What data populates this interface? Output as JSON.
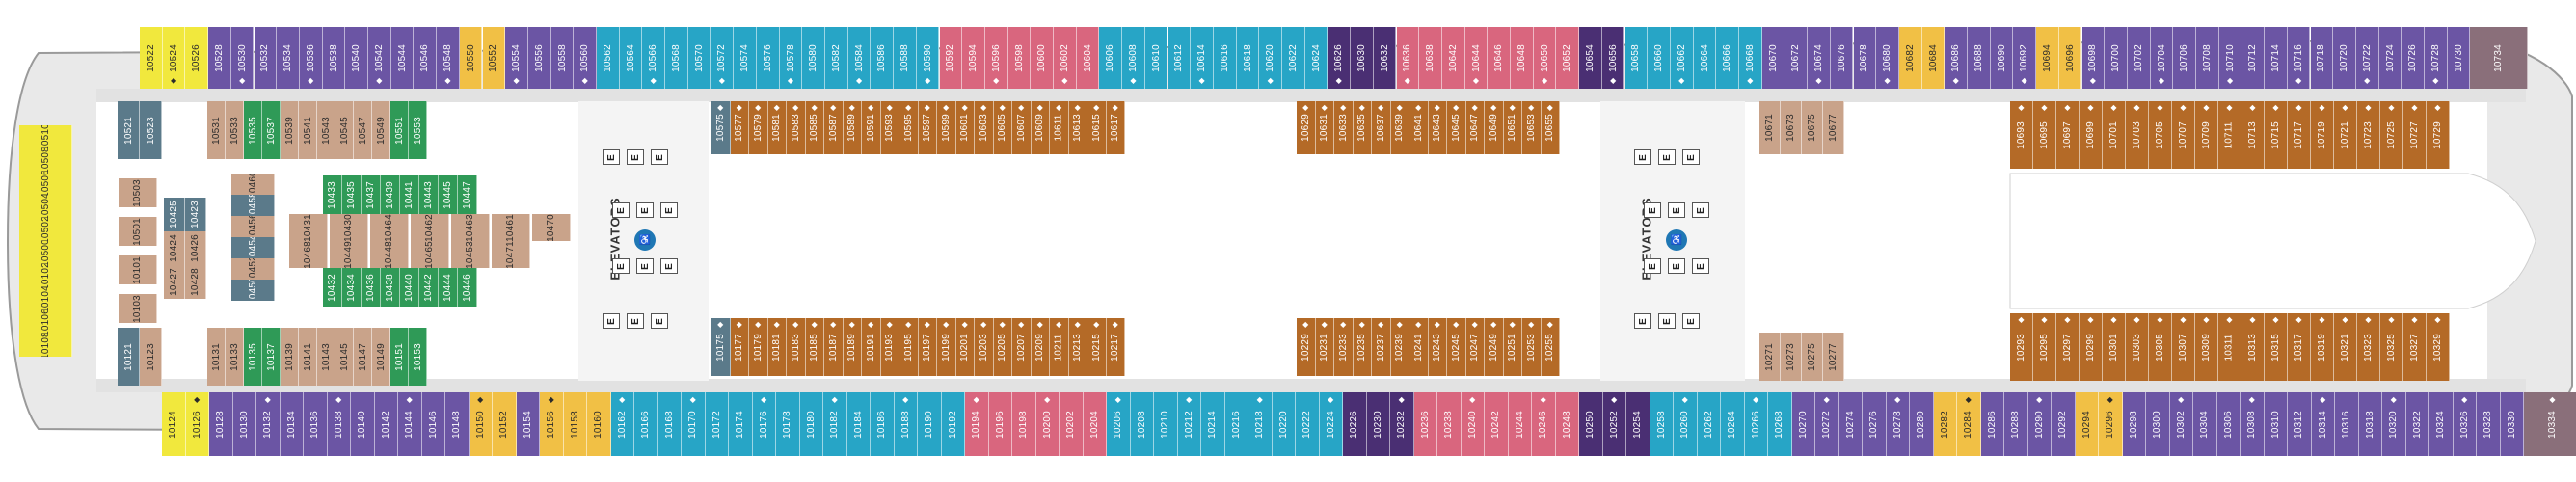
{
  "deck_plan": {
    "elevator_label": "ELEVATORS",
    "elevator_button": "E",
    "accessible_icon": "accessible-elevator-icon",
    "colors": {
      "hull": "#e6e6e6",
      "hull_stroke": "#9a9a9a",
      "floor": "#dcdcdc",
      "suite_purple": "#6b55a4",
      "balcony_blue": "#27a5c6",
      "interior_rose": "#d9667e",
      "oceanview_gold": "#f1c045",
      "dark_purple": "#4a2f73",
      "promenade_brown": "#b46a27",
      "tan": "#c9a38a",
      "slate": "#5b7a8a",
      "green": "#2f9a57",
      "yellow": "#f1e83d",
      "aft_mauve": "#8a6f7a"
    },
    "top_row": [
      "10522",
      "10524",
      "10526",
      "10528",
      "10530",
      "10532",
      "10534",
      "10536",
      "10538",
      "10540",
      "10542",
      "10544",
      "10546",
      "10548",
      "10550",
      "10552",
      "10554",
      "10556",
      "10558",
      "10560",
      "10562",
      "10564",
      "10566",
      "10568",
      "10570",
      "10572",
      "10574",
      "10576",
      "10578",
      "10580",
      "10582",
      "10584",
      "10586",
      "10588",
      "10590",
      "10592",
      "10594",
      "10596",
      "10598",
      "10600",
      "10602",
      "10604",
      "10606",
      "10608",
      "10610",
      "10612",
      "10614",
      "10616",
      "10618",
      "10620",
      "10622",
      "10624",
      "10626",
      "10630",
      "10632",
      "10636",
      "10638",
      "10642",
      "10644",
      "10646",
      "10648",
      "10650",
      "10652",
      "10654",
      "10656",
      "10658",
      "10660",
      "10662",
      "10664",
      "10666",
      "10668",
      "10670",
      "10672",
      "10674",
      "10676",
      "10678",
      "10680",
      "10682",
      "10684",
      "10686",
      "10688",
      "10690",
      "10692",
      "10694",
      "10696",
      "10698",
      "10700",
      "10702",
      "10704",
      "10706",
      "10708",
      "10710",
      "10712",
      "10714",
      "10716",
      "10718",
      "10720",
      "10722",
      "10724",
      "10726",
      "10728",
      "10730",
      "10734"
    ],
    "bottom_row": [
      "10124",
      "10126",
      "10128",
      "10130",
      "10132",
      "10134",
      "10136",
      "10138",
      "10140",
      "10142",
      "10144",
      "10146",
      "10148",
      "10150",
      "10152",
      "10154",
      "10156",
      "10158",
      "10160",
      "10162",
      "10166",
      "10168",
      "10170",
      "10172",
      "10174",
      "10176",
      "10178",
      "10180",
      "10182",
      "10184",
      "10186",
      "10188",
      "10190",
      "10192",
      "10194",
      "10196",
      "10198",
      "10200",
      "10202",
      "10204",
      "10206",
      "10208",
      "10210",
      "10212",
      "10214",
      "10216",
      "10218",
      "10220",
      "10222",
      "10224",
      "10226",
      "10230",
      "10232",
      "10236",
      "10238",
      "10240",
      "10242",
      "10244",
      "10246",
      "10248",
      "10250",
      "10252",
      "10254",
      "10258",
      "10260",
      "10262",
      "10264",
      "10266",
      "10268",
      "10270",
      "10272",
      "10274",
      "10276",
      "10278",
      "10280",
      "10282",
      "10284",
      "10286",
      "10288",
      "10290",
      "10292",
      "10294",
      "10296",
      "10298",
      "10300",
      "10302",
      "10304",
      "10306",
      "10308",
      "10310",
      "10312",
      "10314",
      "10316",
      "10318",
      "10320",
      "10322",
      "10324",
      "10326",
      "10328",
      "10330",
      "10334"
    ],
    "forward_yellow": [
      "10510",
      "10508",
      "10506",
      "10504",
      "10502",
      "10500",
      "10102",
      "10104",
      "10106",
      "10108"
    ],
    "fwd_left_col": [
      "10521",
      "10523"
    ],
    "fwd_left_col_b": [
      "10121",
      "10123"
    ],
    "fwd_block_upper": [
      "10531",
      "10533",
      "10535",
      "10537",
      "10539",
      "10541",
      "10543",
      "10545",
      "10547",
      "10549",
      "10551",
      "10553"
    ],
    "fwd_block_lower": [
      "10131",
      "10133",
      "10135",
      "10137",
      "10139",
      "10141",
      "10143",
      "10145",
      "10147",
      "10149",
      "10151",
      "10153"
    ],
    "inner_left": [
      "10503",
      "10501",
      "10101",
      "10103"
    ],
    "inner_mid": [
      "10425",
      "10423",
      "10424",
      "10426",
      "10427",
      "10428"
    ],
    "inner_slate": [
      "10460",
      "10458",
      "10456",
      "10454",
      "10452",
      "10450"
    ],
    "inner_green_top": [
      "10433",
      "10435",
      "10437",
      "10439",
      "10441",
      "10443",
      "10445",
      "10447"
    ],
    "inner_green_bot": [
      "10432",
      "10434",
      "10436",
      "10438",
      "10440",
      "10442",
      "10444",
      "10446"
    ],
    "inner_tan": [
      "10431",
      "10430",
      "10464",
      "10462",
      "10463",
      "10461",
      "10470",
      "10468",
      "10449",
      "10448",
      "10465",
      "10453",
      "10471"
    ],
    "prom_upper": [
      "10575",
      "10577",
      "10579",
      "10581",
      "10583",
      "10585",
      "10587",
      "10589",
      "10591",
      "10593",
      "10595",
      "10597",
      "10599",
      "10601",
      "10603",
      "10605",
      "10607",
      "10609",
      "10611",
      "10613",
      "10615",
      "10617"
    ],
    "prom_upper_b": [
      "10629",
      "10631",
      "10633",
      "10635",
      "10637",
      "10639",
      "10641",
      "10643",
      "10645",
      "10647",
      "10649",
      "10651",
      "10653",
      "10655"
    ],
    "prom_lower": [
      "10175",
      "10177",
      "10179",
      "10181",
      "10183",
      "10185",
      "10187",
      "10189",
      "10191",
      "10193",
      "10195",
      "10197",
      "10199",
      "10201",
      "10203",
      "10205",
      "10207",
      "10209",
      "10211",
      "10213",
      "10215",
      "10217"
    ],
    "prom_lower_b": [
      "10229",
      "10231",
      "10233",
      "10235",
      "10237",
      "10239",
      "10241",
      "10243",
      "10245",
      "10247",
      "10249",
      "10251",
      "10253",
      "10255"
    ],
    "aft_upper_tan": [
      "10671",
      "10673",
      "10675",
      "10677"
    ],
    "aft_lower_tan": [
      "10271",
      "10273",
      "10275",
      "10277"
    ],
    "aft_upper_brown": [
      "10693",
      "10695",
      "10697",
      "10699",
      "10701",
      "10703",
      "10705",
      "10707",
      "10709",
      "10711",
      "10713",
      "10715",
      "10717",
      "10719",
      "10721",
      "10723",
      "10725",
      "10727",
      "10729"
    ],
    "aft_lower_brown": [
      "10293",
      "10295",
      "10297",
      "10299",
      "10301",
      "10303",
      "10305",
      "10307",
      "10309",
      "10311",
      "10313",
      "10315",
      "10317",
      "10319",
      "10321",
      "10323",
      "10325",
      "10327",
      "10329"
    ]
  }
}
